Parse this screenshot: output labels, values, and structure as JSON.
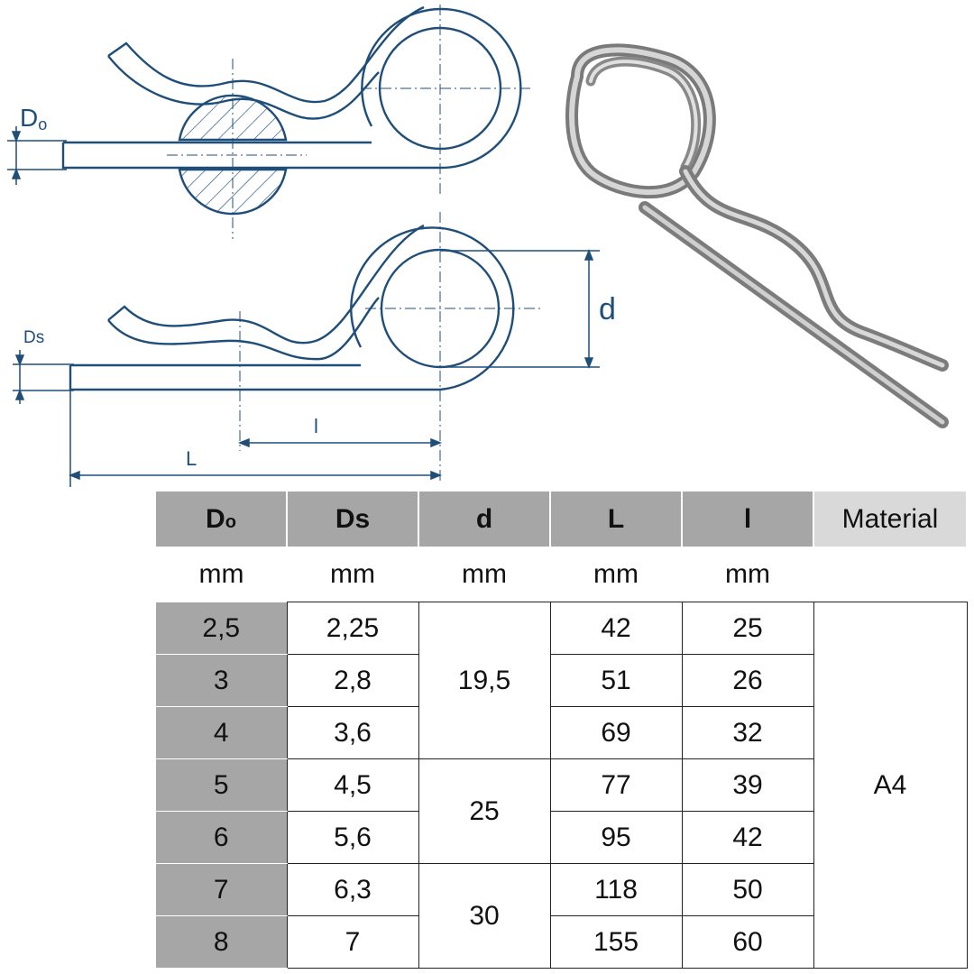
{
  "labels": {
    "do": "D",
    "do_sub": "o",
    "ds": "Ds",
    "d": "d",
    "l_small": "l",
    "L": "L"
  },
  "table": {
    "header": {
      "do": "D",
      "do_sub": "o",
      "ds": "Ds",
      "d": "d",
      "L": "L",
      "l": "l",
      "material": "Material"
    },
    "units": [
      "mm",
      "mm",
      "mm",
      "mm",
      "mm"
    ],
    "rows": [
      {
        "do": "2,5",
        "ds": "2,25",
        "L": "42",
        "l": "25"
      },
      {
        "do": "3",
        "ds": "2,8",
        "L": "51",
        "l": "26"
      },
      {
        "do": "4",
        "ds": "3,6",
        "L": "69",
        "l": "32"
      },
      {
        "do": "5",
        "ds": "4,5",
        "L": "77",
        "l": "39"
      },
      {
        "do": "6",
        "ds": "5,6",
        "L": "95",
        "l": "42"
      },
      {
        "do": "7",
        "ds": "6,3",
        "L": "118",
        "l": "50"
      },
      {
        "do": "8",
        "ds": "7",
        "L": "155",
        "l": "60"
      }
    ],
    "d_groups": [
      "19,5",
      "25",
      "30"
    ],
    "material": "A4"
  },
  "colors": {
    "line": "#1f4e79",
    "header_bg": "#a6a6a6",
    "material_header_bg": "#d9d9d9",
    "steel": "#9a9a9a"
  }
}
